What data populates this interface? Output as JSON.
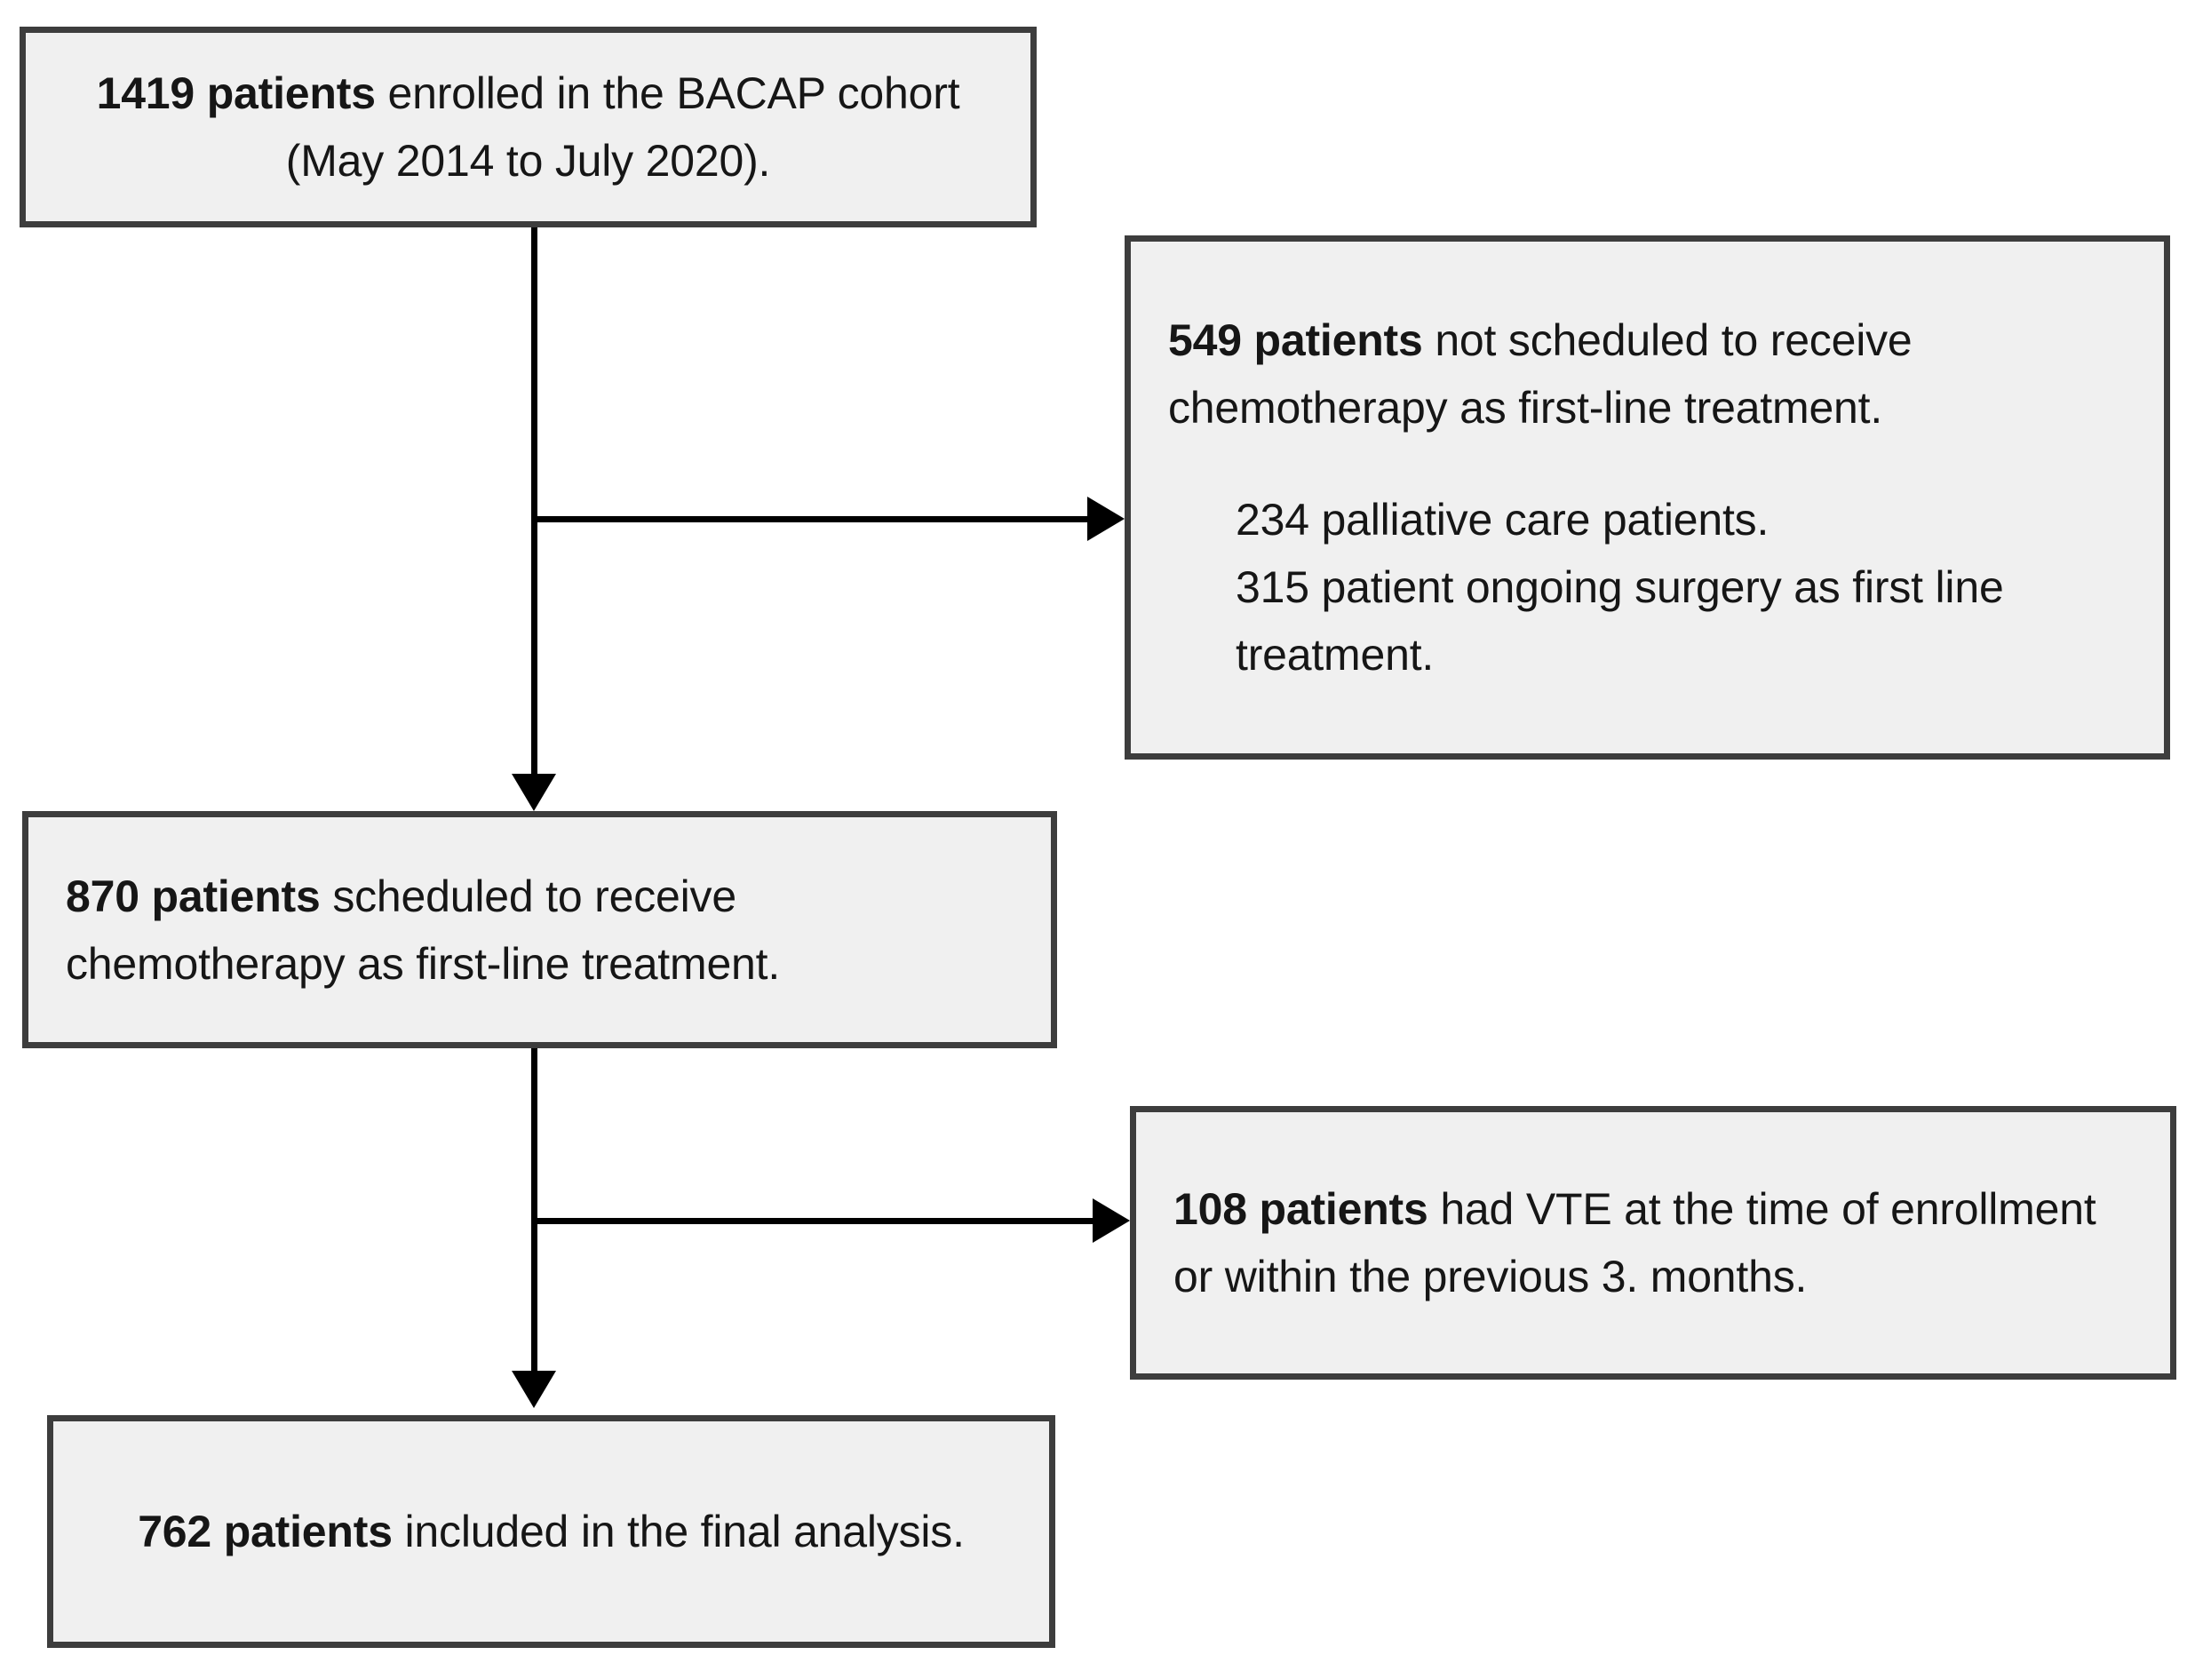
{
  "figure": {
    "type": "flowchart",
    "description": "Patient selection flow diagram (CONSORT-style)",
    "colors": {
      "box_fill": "#f0f0f0",
      "box_border": "#3d3d3d",
      "connector": "#000000",
      "text": "#161616",
      "background": "#ffffff"
    }
  },
  "nodes": {
    "enrolled": {
      "count": "1419 patients",
      "rest": " enrolled in the BACAP cohort (May 2014 to July 2020).",
      "full": "1419 patients enrolled in the BACAP cohort (May 2014 to July 2020)."
    },
    "excluded_no_chemo": {
      "count": "549 patients",
      "rest": " not scheduled to receive chemotherapy as first-line treatment.",
      "full": "549 patients not scheduled to receive chemotherapy as first-line treatment.",
      "sub_items": [
        "234 palliative care patients.",
        "315 patient ongoing surgery as first line treatment."
      ]
    },
    "scheduled_chemo": {
      "count": "870 patients",
      "rest": " scheduled to receive chemotherapy as first-line treatment.",
      "full": "870 patients scheduled to receive chemotherapy as first-line treatment."
    },
    "excluded_vte": {
      "count": "108 patients",
      "rest": " had VTE at the time of enrollment or within the previous 3. months.",
      "full": "108 patients had VTE at the time of enrollment or within the previous 3. months."
    },
    "final_analysis": {
      "count": "762 patients",
      "rest": " included in the final analysis.",
      "full": "762 patients included in the final analysis."
    }
  },
  "chart_data": {
    "type": "flowchart",
    "title": "",
    "stages": [
      {
        "label": "1419 patients enrolled in the BACAP cohort (May 2014 to July 2020).",
        "value": 1419
      },
      {
        "label": "870 patients scheduled to receive chemotherapy as first-line treatment.",
        "value": 870
      },
      {
        "label": "762 patients included in the final analysis.",
        "value": 762
      }
    ],
    "exclusions": [
      {
        "label": "549 patients not scheduled to receive chemotherapy as first-line treatment.",
        "value": 549,
        "breakdown": [
          {
            "label": "234 palliative care patients.",
            "value": 234
          },
          {
            "label": "315 patient ongoing surgery as first line treatment.",
            "value": 315
          }
        ]
      },
      {
        "label": "108 patients had VTE at the time of enrollment or within the previous 3. months.",
        "value": 108
      }
    ]
  }
}
